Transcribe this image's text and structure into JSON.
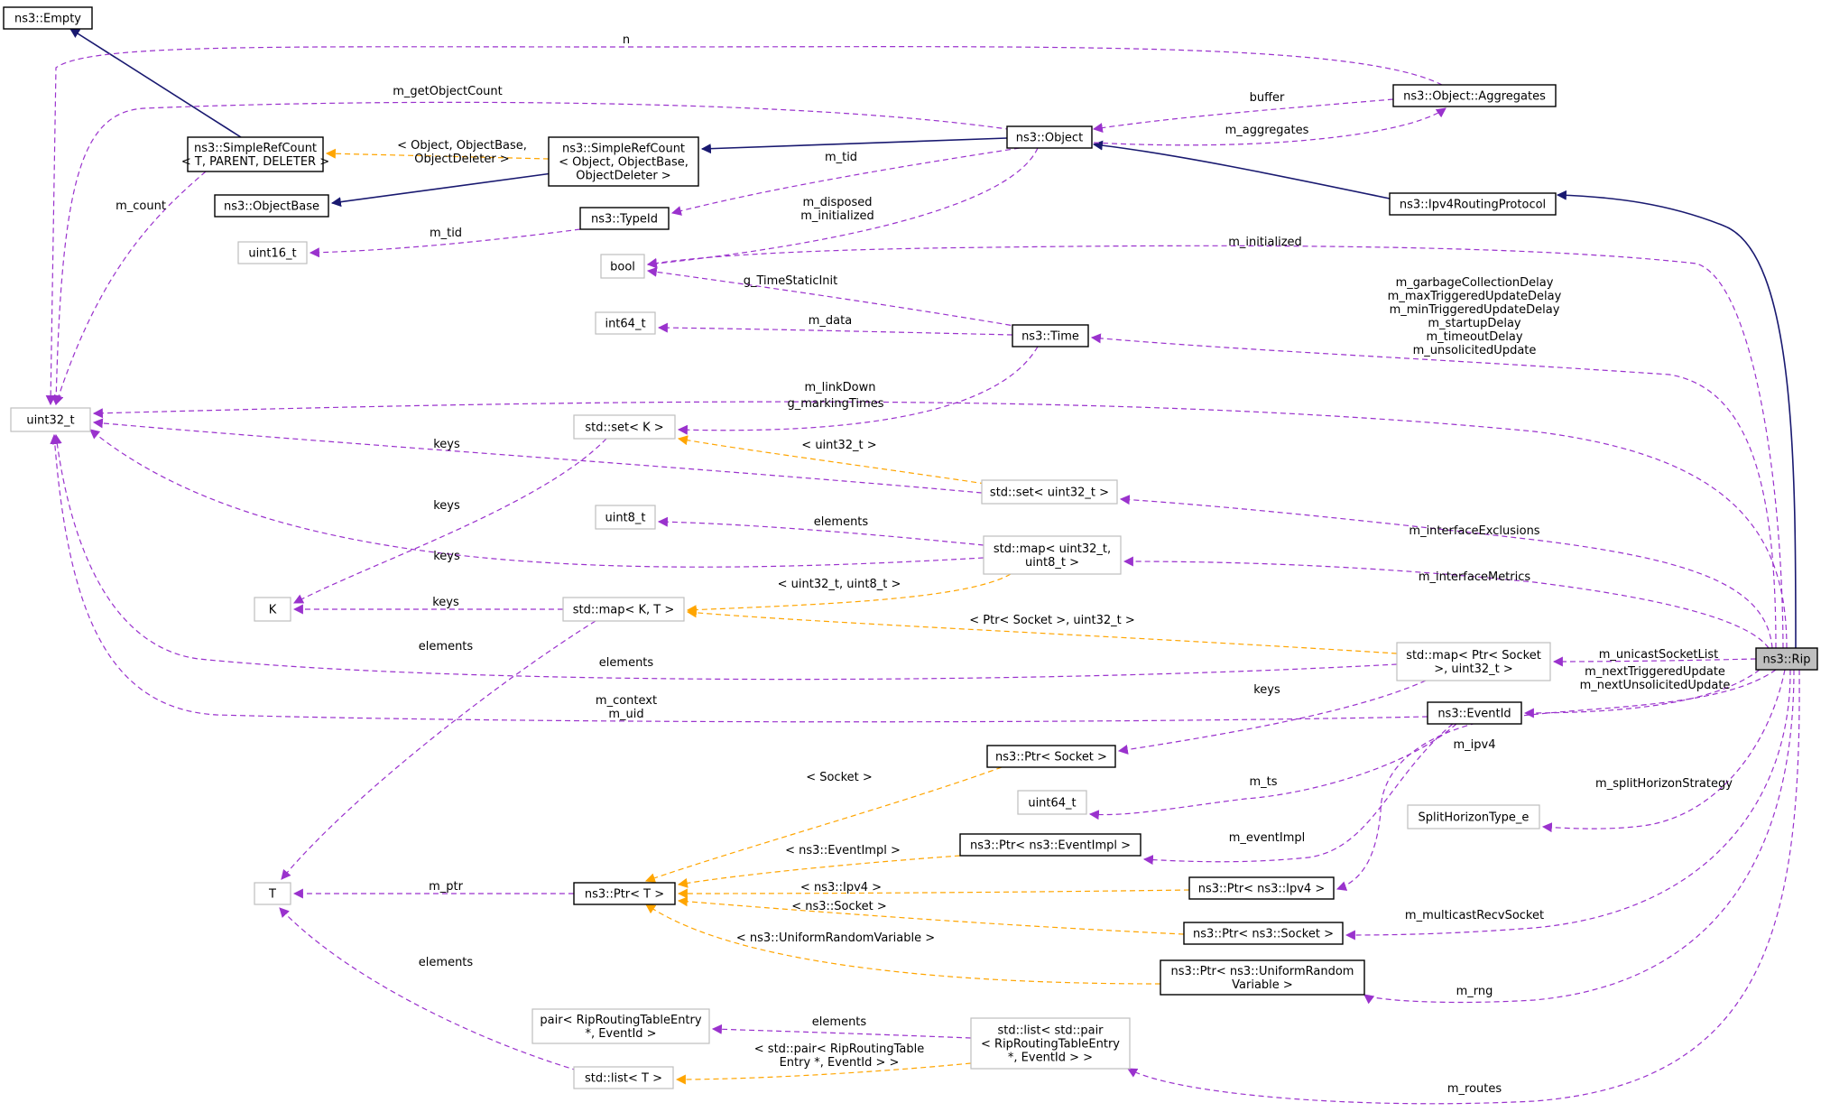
{
  "colors": {
    "inheritance": "#191970",
    "usage": "#9a32cd",
    "template": "#ffa500",
    "documented_border": "#000000",
    "undocumented_border": "#bfbfbf",
    "highlight_fill": "#bfbfbf"
  },
  "nodes": [
    {
      "id": "empty",
      "lines": [
        "ns3::Empty"
      ]
    },
    {
      "id": "srcT",
      "lines": [
        "ns3::SimpleRefCount",
        "< T, PARENT, DELETER >"
      ]
    },
    {
      "id": "objbase",
      "lines": [
        "ns3::ObjectBase"
      ]
    },
    {
      "id": "uint16",
      "lines": [
        "uint16_t"
      ]
    },
    {
      "id": "uint32",
      "lines": [
        "uint32_t"
      ]
    },
    {
      "id": "srcObj",
      "lines": [
        "ns3::SimpleRefCount",
        "< Object, ObjectBase,",
        "ObjectDeleter >"
      ]
    },
    {
      "id": "typeid",
      "lines": [
        "ns3::TypeId"
      ]
    },
    {
      "id": "bool",
      "lines": [
        "bool"
      ]
    },
    {
      "id": "int64",
      "lines": [
        "int64_t"
      ]
    },
    {
      "id": "object",
      "lines": [
        "ns3::Object"
      ]
    },
    {
      "id": "aggregates",
      "lines": [
        "ns3::Object::Aggregates"
      ]
    },
    {
      "id": "ipv4rp",
      "lines": [
        "ns3::Ipv4RoutingProtocol"
      ]
    },
    {
      "id": "time",
      "lines": [
        "ns3::Time"
      ]
    },
    {
      "id": "setK",
      "lines": [
        "std::set< K >"
      ]
    },
    {
      "id": "setU32",
      "lines": [
        "std::set< uint32_t >"
      ]
    },
    {
      "id": "uint8",
      "lines": [
        "uint8_t"
      ]
    },
    {
      "id": "mapU32U8",
      "lines": [
        "std::map< uint32_t,",
        "uint8_t >"
      ]
    },
    {
      "id": "K",
      "lines": [
        "K"
      ]
    },
    {
      "id": "mapKT",
      "lines": [
        "std::map< K, T >"
      ]
    },
    {
      "id": "mapPtrSock",
      "lines": [
        "std::map< Ptr< Socket",
        ">, uint32_t >"
      ]
    },
    {
      "id": "eventid",
      "lines": [
        "ns3::EventId"
      ]
    },
    {
      "id": "ptrSocket",
      "lines": [
        "ns3::Ptr< Socket >"
      ]
    },
    {
      "id": "uint64",
      "lines": [
        "uint64_t"
      ]
    },
    {
      "id": "ptrEvImpl",
      "lines": [
        "ns3::Ptr< ns3::EventImpl >"
      ]
    },
    {
      "id": "T",
      "lines": [
        "T"
      ]
    },
    {
      "id": "ptrT",
      "lines": [
        "ns3::Ptr< T >"
      ]
    },
    {
      "id": "ptrIpv4",
      "lines": [
        "ns3::Ptr< ns3::Ipv4 >"
      ]
    },
    {
      "id": "ptrNsSocket",
      "lines": [
        "ns3::Ptr< ns3::Socket >"
      ]
    },
    {
      "id": "ptrURV",
      "lines": [
        "ns3::Ptr< ns3::UniformRandom",
        "Variable >"
      ]
    },
    {
      "id": "splitH",
      "lines": [
        "SplitHorizonType_e"
      ]
    },
    {
      "id": "pairRRTE",
      "lines": [
        "pair< RipRoutingTableEntry",
        "*, EventId >"
      ]
    },
    {
      "id": "listT",
      "lines": [
        "std::list< T >"
      ]
    },
    {
      "id": "listPair",
      "lines": [
        "std::list< std::pair",
        "< RipRoutingTableEntry",
        "*, EventId > >"
      ]
    },
    {
      "id": "rip",
      "lines": [
        "ns3::Rip"
      ]
    }
  ],
  "edges": [
    {
      "id": "e_srcT_empty",
      "label": []
    },
    {
      "id": "e_srcObj_srcT",
      "label": [
        "< Object, ObjectBase,",
        "ObjectDeleter >"
      ]
    },
    {
      "id": "e_srcObj_objbase",
      "label": []
    },
    {
      "id": "e_object_srcObj",
      "label": []
    },
    {
      "id": "e_ipv4rp_object",
      "label": []
    },
    {
      "id": "e_rip_ipv4rp",
      "label": []
    },
    {
      "id": "e_aggr_uint32",
      "label": [
        "n"
      ]
    },
    {
      "id": "e_object_uint32",
      "label": [
        "m_getObjectCount"
      ]
    },
    {
      "id": "e_aggr_object",
      "label": [
        "buffer"
      ]
    },
    {
      "id": "e_object_aggr",
      "label": [
        "m_aggregates"
      ]
    },
    {
      "id": "e_srcT_uint32",
      "label": [
        "m_count"
      ]
    },
    {
      "id": "e_object_typeid",
      "label": [
        "m_tid"
      ]
    },
    {
      "id": "e_typeid_uint16",
      "label": [
        "m_tid"
      ]
    },
    {
      "id": "e_object_bool",
      "label": [
        "m_disposed",
        "m_initialized"
      ]
    },
    {
      "id": "e_rip_bool",
      "label": [
        "m_initialized"
      ]
    },
    {
      "id": "e_time_bool",
      "label": [
        "g_TimeStaticInit"
      ]
    },
    {
      "id": "e_time_int64",
      "label": [
        "m_data"
      ]
    },
    {
      "id": "e_rip_time",
      "label": [
        "m_garbageCollectionDelay",
        "m_maxTriggeredUpdateDelay",
        "m_minTriggeredUpdateDelay",
        "m_startupDelay",
        "m_timeoutDelay",
        "m_unsolicitedUpdate"
      ]
    },
    {
      "id": "e_rip_uint32",
      "label": [
        "m_linkDown"
      ]
    },
    {
      "id": "e_time_setK",
      "label": [
        "g_markingTimes"
      ]
    },
    {
      "id": "e_setU32_setK",
      "label": [
        "< uint32_t >"
      ]
    },
    {
      "id": "e_setU32_uint32",
      "label": [
        "keys"
      ]
    },
    {
      "id": "e_setK_K",
      "label": [
        "keys"
      ]
    },
    {
      "id": "e_rip_setU32",
      "label": [
        "m_interfaceExclusions"
      ]
    },
    {
      "id": "e_map_uint8",
      "label": [
        "elements"
      ]
    },
    {
      "id": "e_map_uint32",
      "label": [
        "keys"
      ]
    },
    {
      "id": "e_mapU32U8_mapKT",
      "label": [
        "< uint32_t, uint8_t >"
      ]
    },
    {
      "id": "e_rip_mapU32U8",
      "label": [
        "m_interfaceMetrics"
      ]
    },
    {
      "id": "e_mapKT_K",
      "label": [
        "keys"
      ]
    },
    {
      "id": "e_mapPtrSock_mapKT",
      "label": [
        "< Ptr< Socket >, uint32_t >"
      ]
    },
    {
      "id": "e_mapKT_T",
      "label": [
        "elements"
      ]
    },
    {
      "id": "e_mapPtrSock_uint32",
      "label": [
        "elements"
      ]
    },
    {
      "id": "e_rip_mapPtrSock",
      "label": [
        "m_unicastSocketList"
      ]
    },
    {
      "id": "e_eventid_uint32",
      "label": [
        "m_context",
        "m_uid"
      ]
    },
    {
      "id": "e_rip_eventid",
      "label": [
        "m_nextTriggeredUpdate",
        "m_nextUnsolicitedUpdate"
      ]
    },
    {
      "id": "e_mapPtrSock_ptrSocket",
      "label": [
        "keys"
      ]
    },
    {
      "id": "e_ptrSocket_ptrT",
      "label": [
        "< Socket >"
      ]
    },
    {
      "id": "e_eventid_uint64",
      "label": [
        "m_ts"
      ]
    },
    {
      "id": "e_rip_ptrIpv4",
      "label": [
        "m_ipv4"
      ]
    },
    {
      "id": "e_rip_splitH",
      "label": [
        "m_splitHorizonStrategy"
      ]
    },
    {
      "id": "e_eventid_ptrEvImpl",
      "label": [
        "m_eventImpl"
      ]
    },
    {
      "id": "e_ptrEvImpl_ptrT",
      "label": [
        "< ns3::EventImpl >"
      ]
    },
    {
      "id": "e_ptrT_T",
      "label": [
        "m_ptr"
      ]
    },
    {
      "id": "e_ptrIpv4_ptrT",
      "label": [
        "< ns3::Ipv4 >"
      ]
    },
    {
      "id": "e_ptrNsSocket_ptrT",
      "label": [
        "< ns3::Socket >"
      ]
    },
    {
      "id": "e_rip_ptrNsSocket",
      "label": [
        "m_multicastRecvSocket"
      ]
    },
    {
      "id": "e_ptrURV_ptrT",
      "label": [
        "< ns3::UniformRandomVariable >"
      ]
    },
    {
      "id": "e_rip_ptrURV",
      "label": [
        "m_rng"
      ]
    },
    {
      "id": "e_listT_T",
      "label": [
        "elements"
      ]
    },
    {
      "id": "e_listPair_pair",
      "label": [
        "elements"
      ]
    },
    {
      "id": "e_listPair_listT",
      "label": [
        "< std::pair< RipRoutingTable",
        "Entry *, EventId > >"
      ]
    },
    {
      "id": "e_rip_listPair",
      "label": [
        "m_routes"
      ]
    }
  ]
}
